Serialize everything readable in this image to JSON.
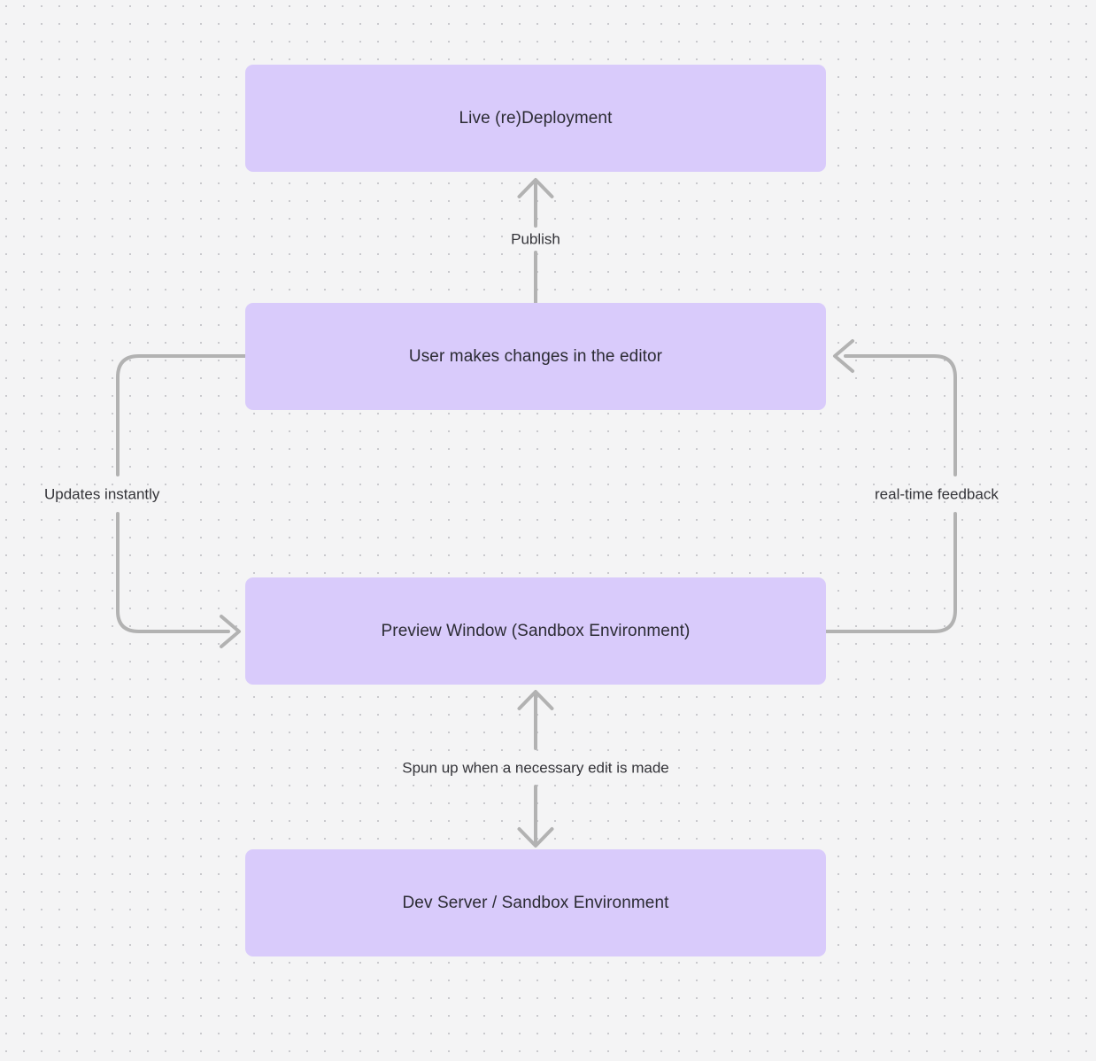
{
  "canvas": {
    "background_color": "#f4f4f5",
    "dot_color": "#c9c9cd",
    "node_fill": "#d9cbfb",
    "node_text_color": "#2b2b33",
    "edge_color": "#b2b2b2",
    "edge_label_color": "#343439"
  },
  "nodes": [
    {
      "id": "live-deployment",
      "label": "Live (re)Deployment"
    },
    {
      "id": "user-edits",
      "label": "User makes changes in the editor"
    },
    {
      "id": "preview-window",
      "label": "Preview Window (Sandbox Environment)"
    },
    {
      "id": "dev-server",
      "label": "Dev Server / Sandbox Environment"
    }
  ],
  "edges": [
    {
      "id": "publish",
      "label": "Publish",
      "from": "user-edits",
      "to": "live-deployment",
      "direction": "up"
    },
    {
      "id": "updates-instantly",
      "label": "Updates instantly",
      "from": "user-edits",
      "to": "preview-window",
      "direction": "down-left"
    },
    {
      "id": "real-time-feedback",
      "label": "real-time feedback",
      "from": "preview-window",
      "to": "user-edits",
      "direction": "up-right"
    },
    {
      "id": "spun-up",
      "label": "Spun up when a necessary edit is made",
      "from": "preview-window",
      "to": "dev-server",
      "direction": "bidirectional"
    }
  ]
}
